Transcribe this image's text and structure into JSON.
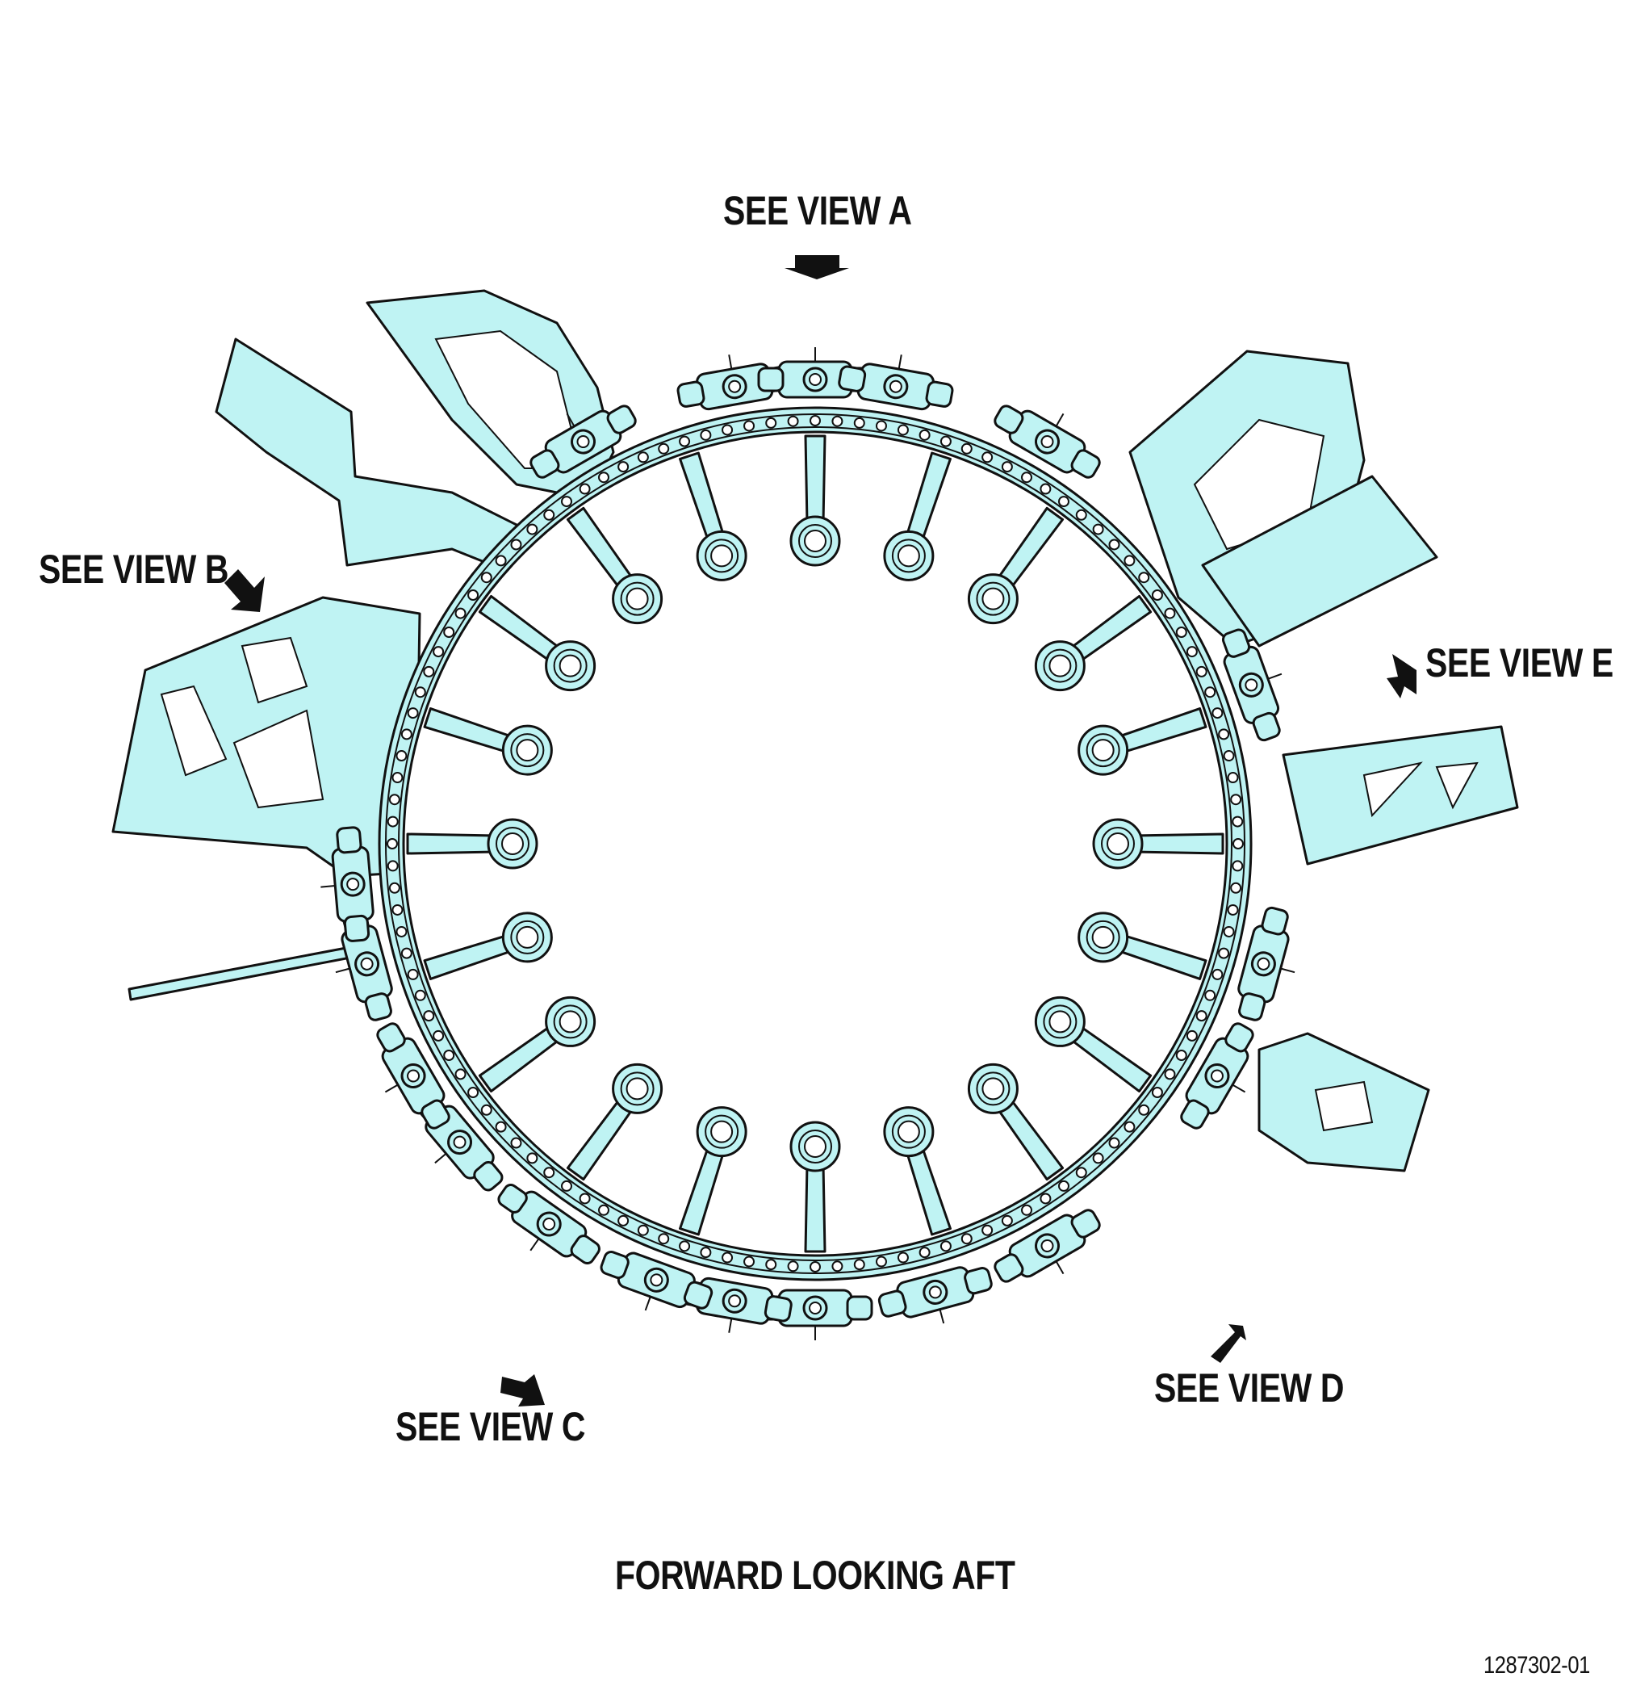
{
  "diagram": {
    "colors": {
      "part_fill": "#bff3f3",
      "line": "#111111",
      "background": "#ffffff"
    },
    "callouts": [
      {
        "id": "a",
        "text": "SEE VIEW A"
      },
      {
        "id": "b",
        "text": "SEE VIEW B"
      },
      {
        "id": "c",
        "text": "SEE VIEW C"
      },
      {
        "id": "d",
        "text": "SEE VIEW D"
      },
      {
        "id": "e",
        "text": "SEE VIEW E"
      }
    ],
    "caption": "FORWARD LOOKING AFT",
    "figure_number": "1287302-01"
  }
}
